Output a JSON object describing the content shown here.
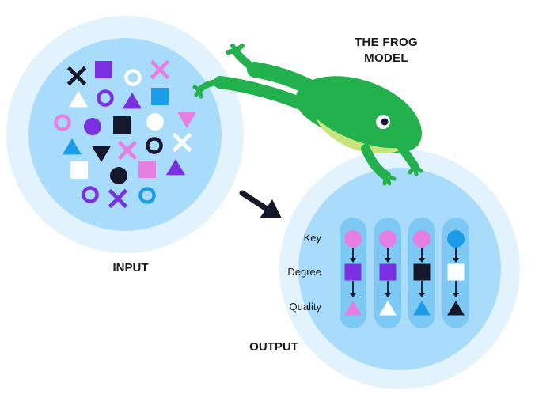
{
  "title": "THE FROG MODEL",
  "input_label": "INPUT",
  "output_label": "OUTPUT",
  "rows": {
    "key": "Key",
    "degree": "Degree",
    "quality": "Quality"
  },
  "colors": {
    "navy": "#15172b",
    "purple": "#7a2fe0",
    "pink": "#e77ee4",
    "blue": "#1c9be8",
    "white": "#ffffff",
    "halo": "#e1f2fd",
    "bubble": "#a9dcfb",
    "lane": "#7ec8f4",
    "frog_green": "#22b14c",
    "frog_belly": "#c8e47a"
  },
  "input_shapes": [
    {
      "shape": "x",
      "color": "navy"
    },
    {
      "shape": "square",
      "color": "purple"
    },
    {
      "shape": "ring",
      "color": "white"
    },
    {
      "shape": "x",
      "color": "pink"
    },
    {
      "shape": "triangle",
      "color": "white"
    },
    {
      "shape": "ring",
      "color": "purple"
    },
    {
      "shape": "triangle",
      "color": "purple"
    },
    {
      "shape": "square",
      "color": "blue"
    },
    {
      "shape": "ring",
      "color": "pink"
    },
    {
      "shape": "circle",
      "color": "purple"
    },
    {
      "shape": "square",
      "color": "navy"
    },
    {
      "shape": "circle",
      "color": "white"
    },
    {
      "shape": "triangle-down",
      "color": "pink"
    },
    {
      "shape": "triangle",
      "color": "blue"
    },
    {
      "shape": "triangle-down",
      "color": "navy"
    },
    {
      "shape": "x",
      "color": "pink"
    },
    {
      "shape": "ring",
      "color": "navy"
    },
    {
      "shape": "x",
      "color": "white"
    },
    {
      "shape": "square",
      "color": "white"
    },
    {
      "shape": "circle",
      "color": "navy"
    },
    {
      "shape": "square",
      "color": "pink"
    },
    {
      "shape": "triangle",
      "color": "purple"
    },
    {
      "shape": "ring",
      "color": "purple"
    },
    {
      "shape": "x",
      "color": "purple"
    },
    {
      "shape": "ring",
      "color": "blue"
    }
  ],
  "output_columns": [
    {
      "key": "pink",
      "degree": "purple",
      "quality": "pink"
    },
    {
      "key": "pink",
      "degree": "purple",
      "quality": "white"
    },
    {
      "key": "pink",
      "degree": "navy",
      "quality": "blue"
    },
    {
      "key": "blue",
      "degree": "white",
      "quality": "navy"
    }
  ]
}
